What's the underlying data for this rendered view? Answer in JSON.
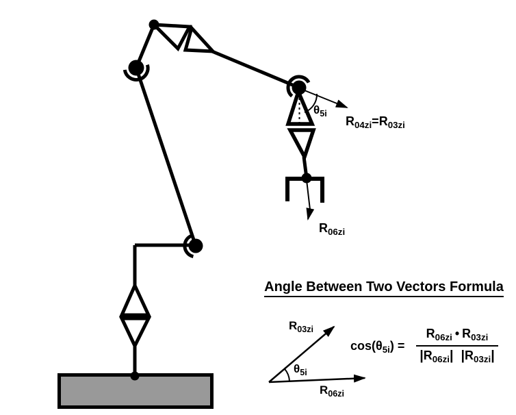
{
  "labels": {
    "wrist_angle": {
      "base": "θ",
      "sub": "5i"
    },
    "wrist_vector_eq": {
      "r1": "R",
      "s1": "04zi",
      "eq": "=",
      "r2": "R",
      "s2": "03zi"
    },
    "end_effector_vector": {
      "r": "R",
      "s": "06zi"
    }
  },
  "formula_section": {
    "title": "Angle Between Two Vectors Formula",
    "vectors": {
      "upper": {
        "r": "R",
        "s": "03zi"
      },
      "angle": {
        "base": "θ",
        "sub": "5i"
      },
      "lower": {
        "r": "R",
        "s": "06zi"
      }
    },
    "equation": {
      "lhs_pre": "cos(",
      "lhs_theta": "θ",
      "lhs_theta_sub": "5i",
      "lhs_post": ") =",
      "num_r1": "R",
      "num_r1_sub": "06zi",
      "num_dot": "•",
      "num_r2": "R",
      "num_r2_sub": "03zi",
      "den_b1": "|",
      "den_r1": "R",
      "den_r1_sub": "06zi",
      "den_b2": "|",
      "den_b3": "|",
      "den_r2": "R",
      "den_r2_sub": "03zi",
      "den_b4": "|"
    }
  },
  "colors": {
    "ink": "#000000",
    "base_fill": "#999999",
    "background": "#ffffff"
  }
}
